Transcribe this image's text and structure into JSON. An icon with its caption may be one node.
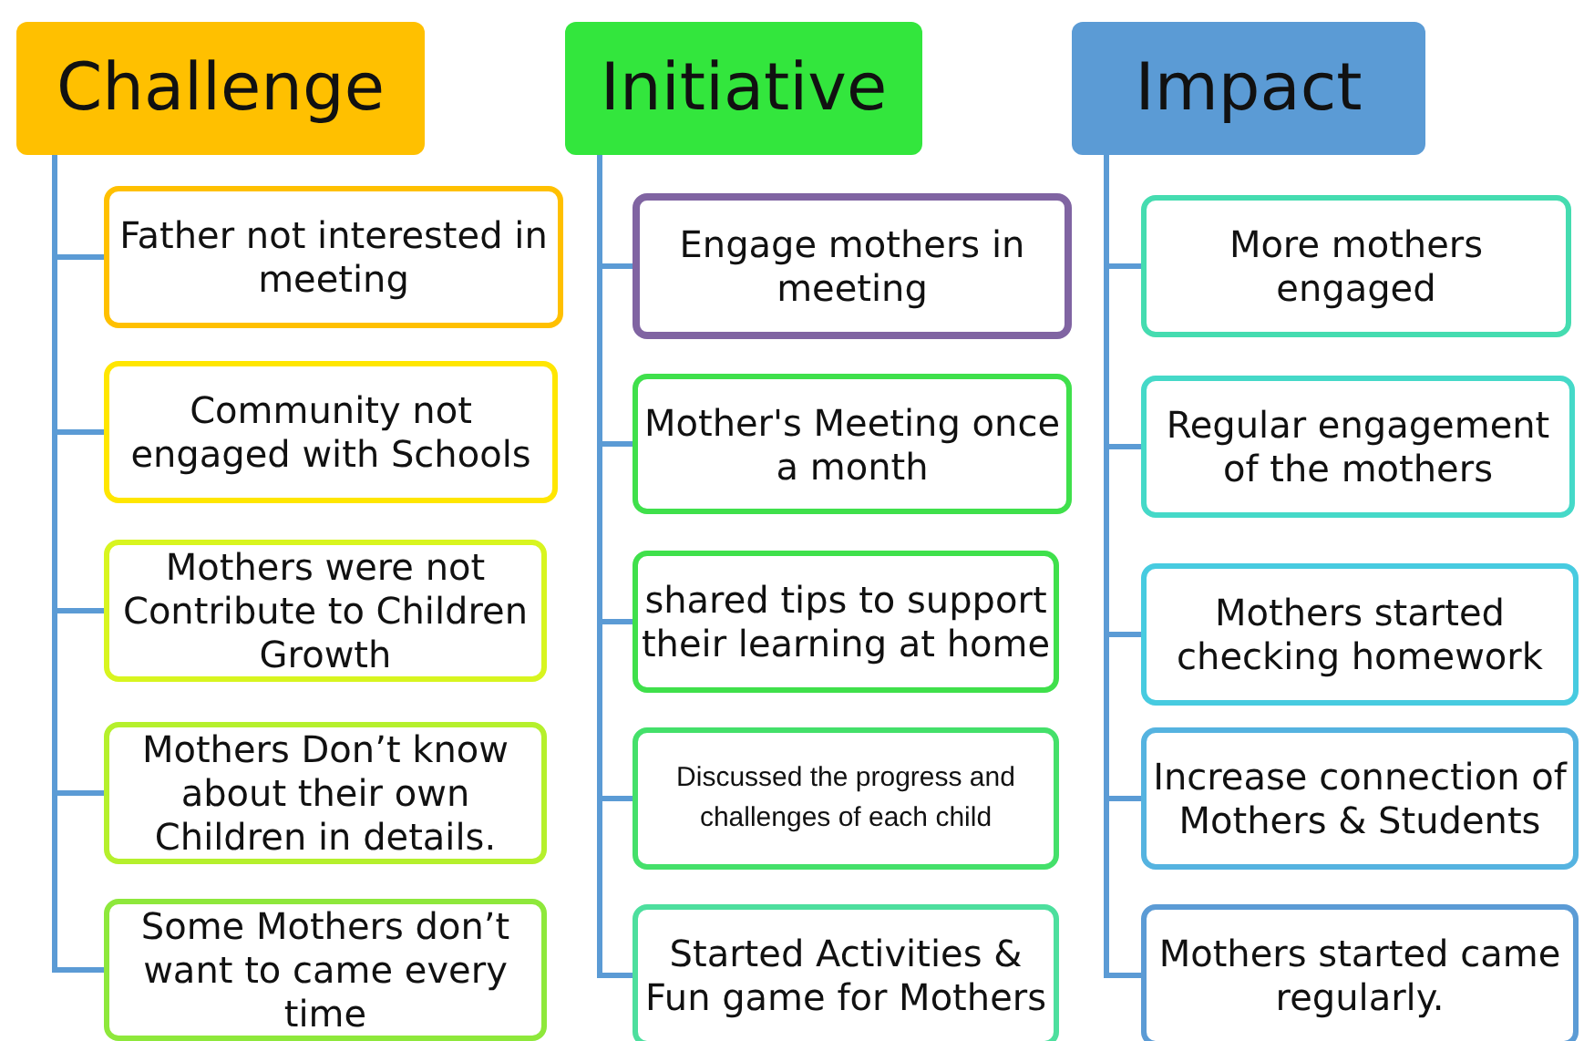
{
  "diagram": {
    "nodes": [
      {
        "text": [
          "Challenge"
        ]
      },
      {
        "text": [
          "Initiative"
        ]
      },
      {
        "text": [
          "Impact"
        ]
      },
      {
        "text": [
          "Father not interested in meeting"
        ]
      },
      {
        "text": [
          "Community not engaged with Schools"
        ]
      },
      {
        "text": [
          "Mothers were not Contribute to Children Growth"
        ]
      },
      {
        "text": [
          "Mothers Don’t know about their own Children in details."
        ]
      },
      {
        "text": [
          "Some Mothers don’t want to came every time"
        ]
      },
      {
        "text": [
          "Engage mothers in meeting"
        ]
      },
      {
        "text": [
          "Mother's Meeting once a month"
        ]
      },
      {
        "text": [
          "shared tips to support their learning at home"
        ]
      },
      {
        "text": [
          "Discussed the progress and challenges of each child"
        ]
      },
      {
        "text": [
          "Started Activities & Fun game for Mothers"
        ]
      },
      {
        "text": [
          "More mothers engaged"
        ]
      },
      {
        "text": [
          "Regular engagement of the mothers"
        ]
      },
      {
        "text": [
          "Mothers started checking homework"
        ]
      },
      {
        "text": [
          "Increase connection of Mothers & Students"
        ]
      },
      {
        "text": [
          "Mothers started came regularly."
        ]
      }
    ],
    "edges": [
      {
        "from": 0,
        "to": 3,
        "arrow": "none"
      },
      {
        "from": 0,
        "to": 4,
        "arrow": "none"
      },
      {
        "from": 0,
        "to": 5,
        "arrow": "none"
      },
      {
        "from": 0,
        "to": 6,
        "arrow": "none"
      },
      {
        "from": 0,
        "to": 7,
        "arrow": "none"
      },
      {
        "from": 1,
        "to": 8,
        "arrow": "none"
      },
      {
        "from": 1,
        "to": 9,
        "arrow": "none"
      },
      {
        "from": 1,
        "to": 10,
        "arrow": "none"
      },
      {
        "from": 1,
        "to": 11,
        "arrow": "none"
      },
      {
        "from": 1,
        "to": 12,
        "arrow": "none"
      },
      {
        "from": 2,
        "to": 13,
        "arrow": "none"
      },
      {
        "from": 2,
        "to": 14,
        "arrow": "none"
      },
      {
        "from": 2,
        "to": 15,
        "arrow": "none"
      },
      {
        "from": 2,
        "to": 16,
        "arrow": "none"
      },
      {
        "from": 2,
        "to": 17,
        "arrow": "none"
      }
    ]
  }
}
